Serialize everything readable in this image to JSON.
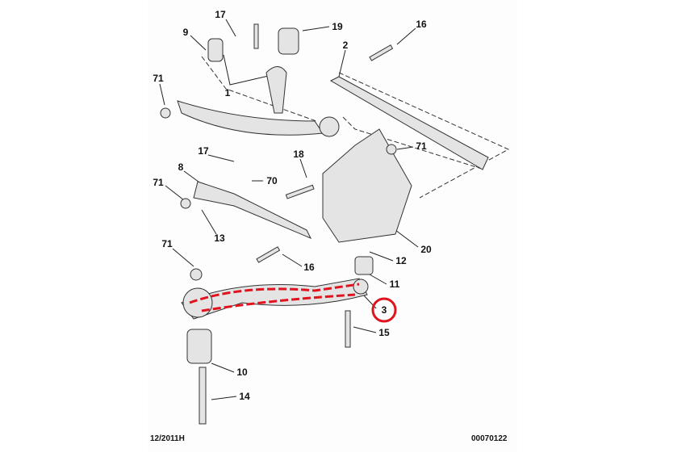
{
  "diagram": {
    "callouts": [
      {
        "id": "c17a",
        "text": "17"
      },
      {
        "id": "c19",
        "text": "19"
      },
      {
        "id": "c16a",
        "text": "16"
      },
      {
        "id": "c9",
        "text": "9"
      },
      {
        "id": "c2",
        "text": "2"
      },
      {
        "id": "c71a",
        "text": "71"
      },
      {
        "id": "c1",
        "text": "1"
      },
      {
        "id": "c71b",
        "text": "71"
      },
      {
        "id": "c17b",
        "text": "17"
      },
      {
        "id": "c18",
        "text": "18"
      },
      {
        "id": "c8",
        "text": "8"
      },
      {
        "id": "c70",
        "text": "70"
      },
      {
        "id": "c71c",
        "text": "71"
      },
      {
        "id": "c13",
        "text": "13"
      },
      {
        "id": "c16b",
        "text": "16"
      },
      {
        "id": "c20",
        "text": "20"
      },
      {
        "id": "c71d",
        "text": "71"
      },
      {
        "id": "c12",
        "text": "12"
      },
      {
        "id": "c11",
        "text": "11"
      },
      {
        "id": "c3",
        "text": "3"
      },
      {
        "id": "c15",
        "text": "15"
      },
      {
        "id": "c10",
        "text": "10"
      },
      {
        "id": "c14",
        "text": "14"
      }
    ],
    "highlighted_part": "3",
    "highlight_color": "#e0141e",
    "footer": {
      "date_code": "12/2011H",
      "diagram_number": "00070122"
    }
  }
}
